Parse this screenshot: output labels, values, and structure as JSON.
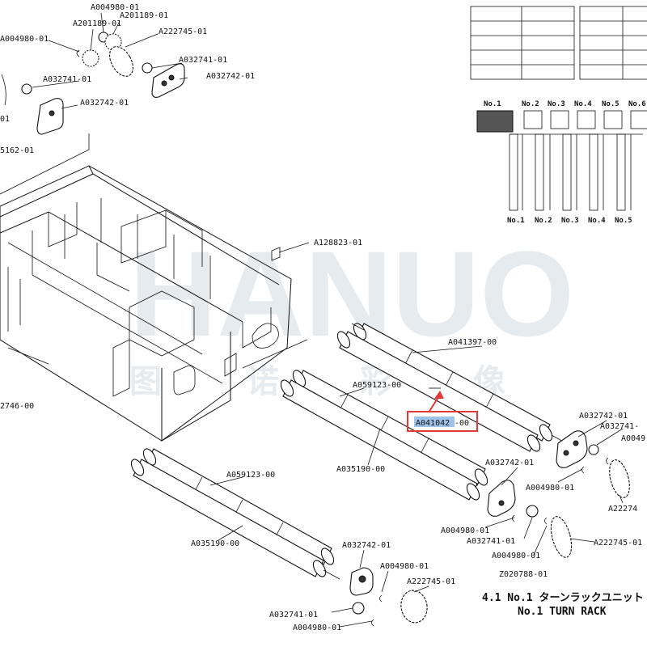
{
  "diagram": {
    "title_line1": "4.1 No.1 ターンラックユニット",
    "title_line2": "No.1 TURN RACK",
    "drawing_no": "Z020788-01",
    "watermark_latin": "HANUO",
    "watermark_cjk": [
      "图",
      "诺",
      "彩",
      "像"
    ],
    "highlight": {
      "code": "A041042",
      "suffix": "-00",
      "box_color": "#e53935",
      "fill_color": "#9ec4ec"
    },
    "labels": {
      "a004980_top": "A004980-01",
      "a201189_top": "A201189-01",
      "a201189_b": "A201189-01",
      "a004980_left": "A004980-01",
      "a222745_top": "A222745-01",
      "a032741_top": "A032741-01",
      "a032741_left": "A032741-01",
      "a032742_top": "A032742-01",
      "a032742_left": "A032742-01",
      "stub_01": "01",
      "stub_5162": "5162-01",
      "a128823": "A128823-01",
      "stub_2746": "2746-00",
      "a041397": "A041397-00",
      "a059123_mid": "A059123-00",
      "a035190_mid": "A035190-00",
      "a032742_r1": "A032742-01",
      "a032741_r1": "A032741-",
      "a0049_r1": "A0049",
      "a004980_r1": "A004980-01",
      "a222745_r1": "A22274",
      "a032742_r2": "A032742-01",
      "a004980_r2": "A004980-01",
      "a032741_r2": "A032741-01",
      "a222745_r2": "A222745-01",
      "a004980_r2b": "A004980-01",
      "a059123_low": "A059123-00",
      "a035190_low": "A035190-00",
      "a032742_low": "A032742-01",
      "a004980_low": "A004980-01",
      "a222745_low": "A222745-01",
      "a032741_low": "A032741-01",
      "a004980_low2": "A004980-01"
    },
    "position_legend": {
      "top_headers": [
        "No.1",
        "No.2",
        "No.3",
        "No.4",
        "No.5",
        "No.6"
      ],
      "bottom_headers": [
        "No.1",
        "No.2",
        "No.3",
        "No.4",
        "No.5"
      ]
    }
  }
}
